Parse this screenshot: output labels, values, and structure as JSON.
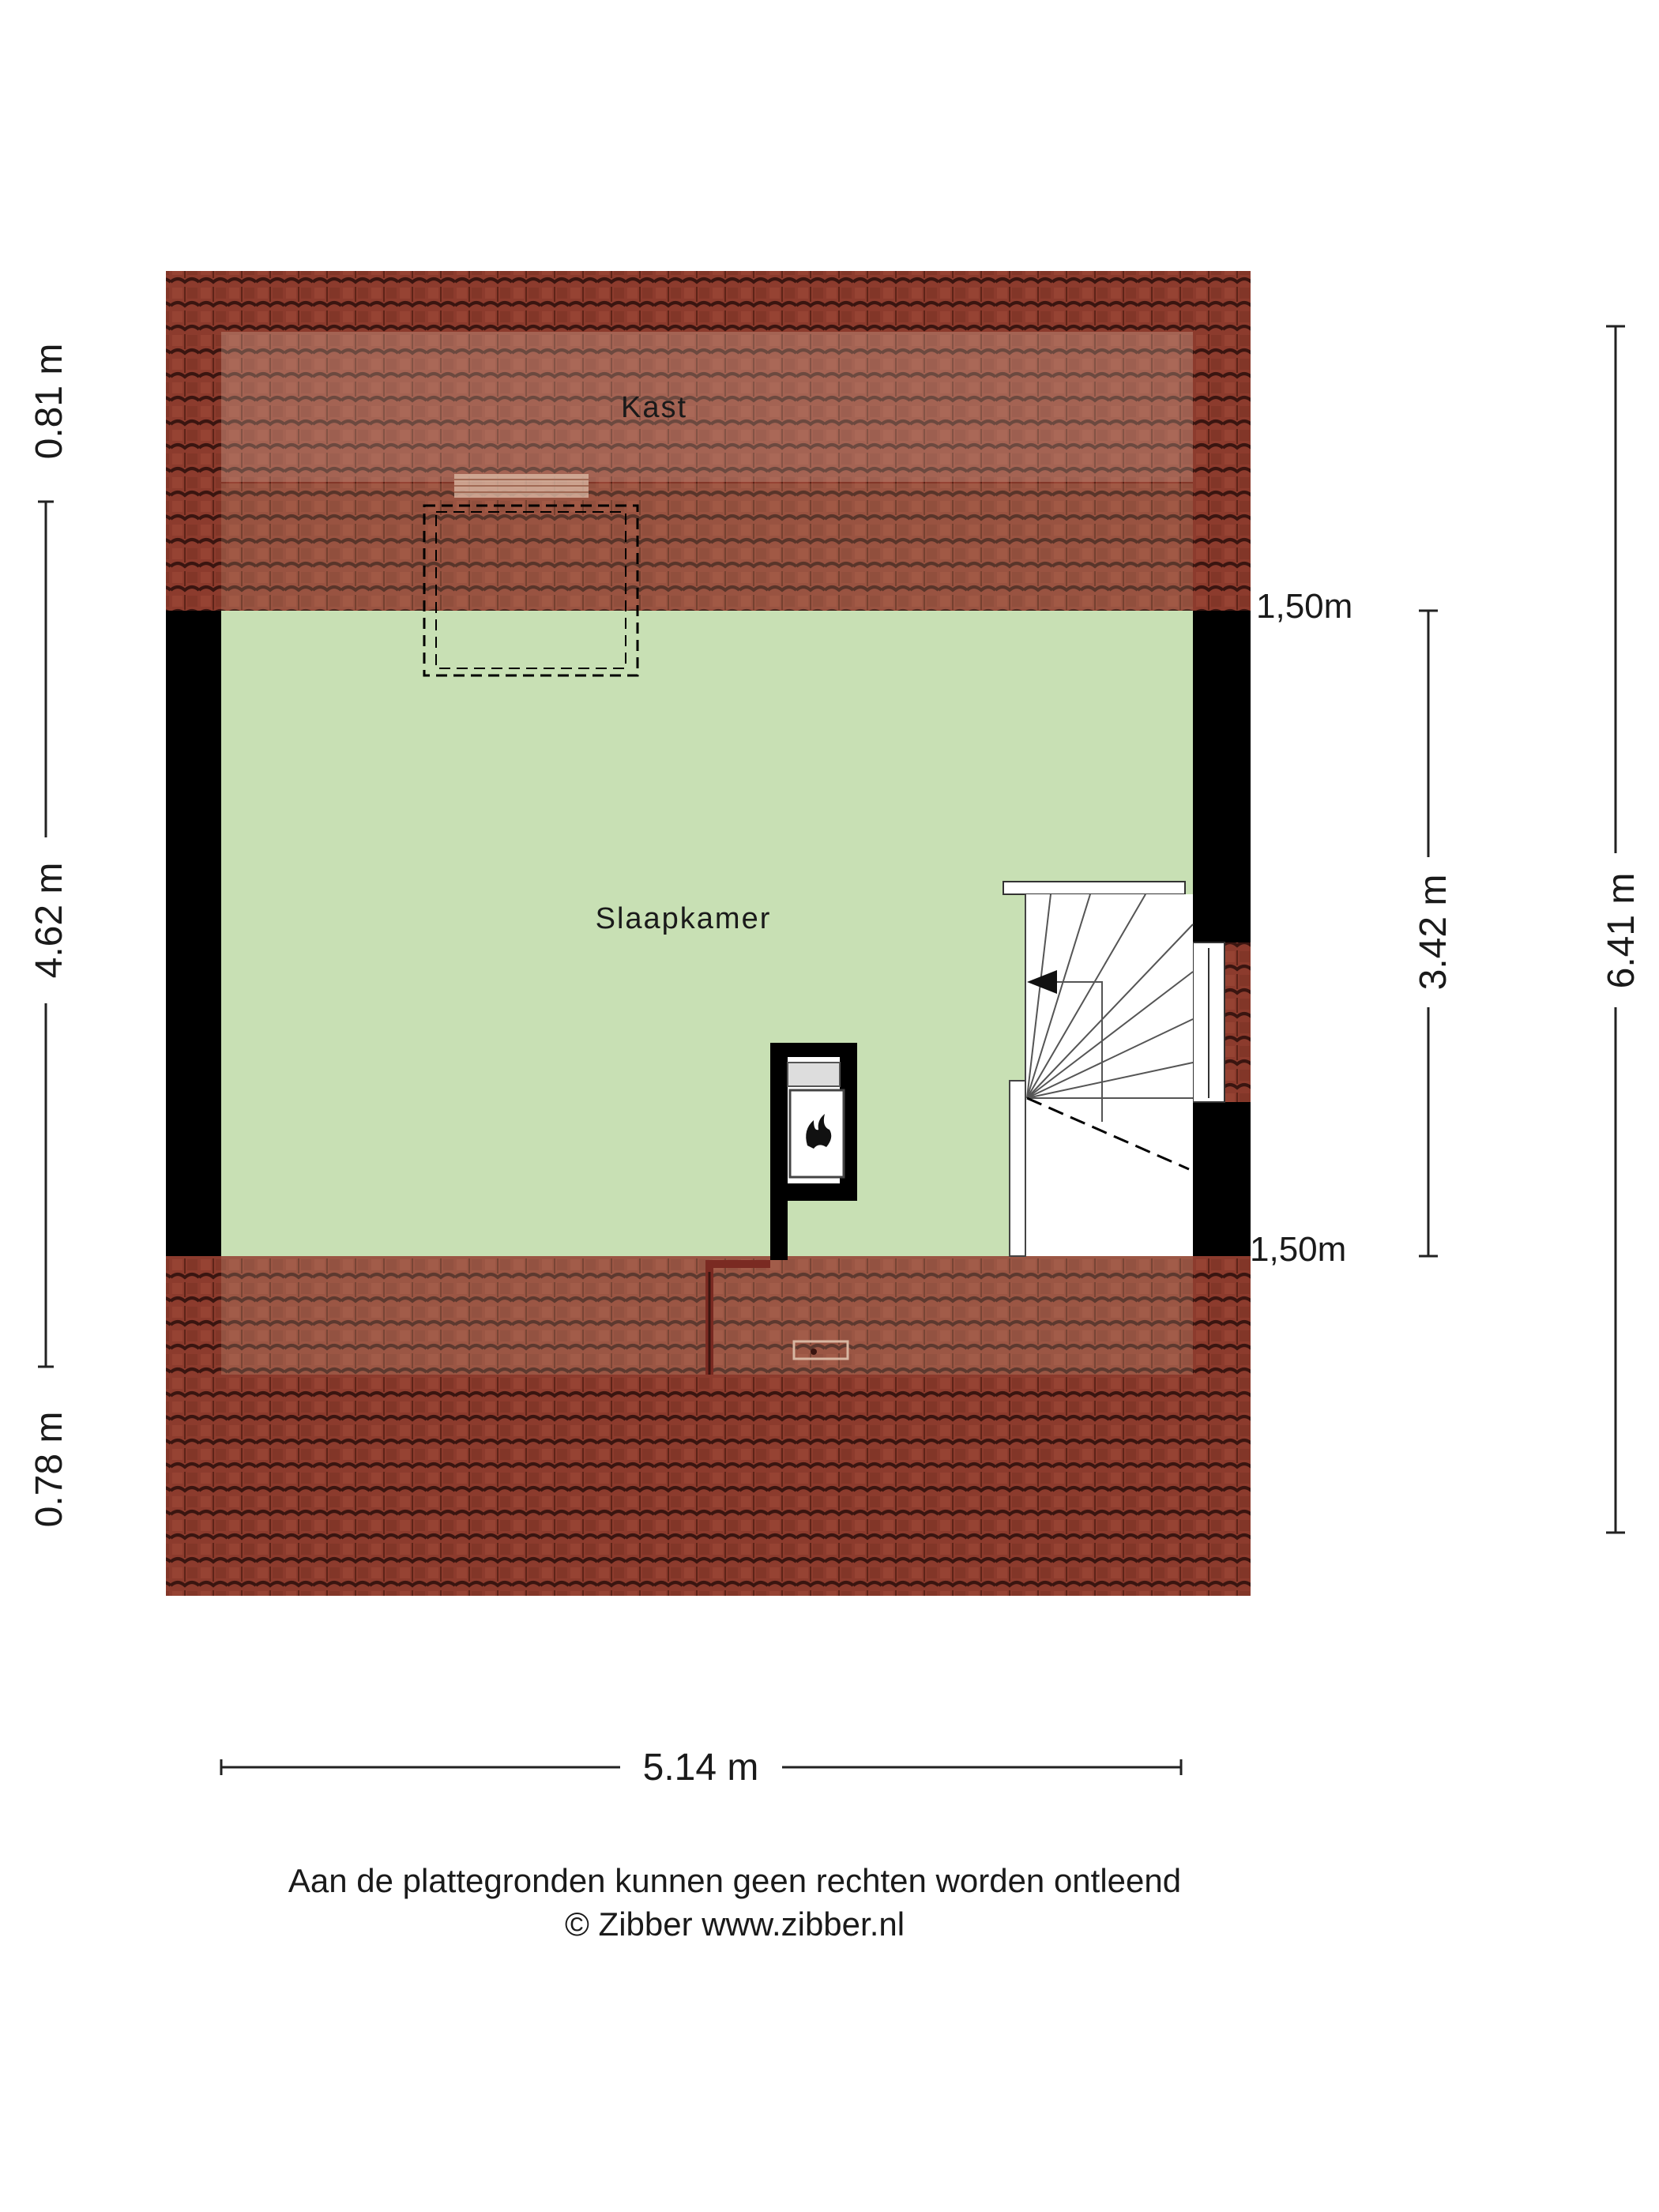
{
  "rooms": {
    "closet": "Kast",
    "bedroom": "Slaapkamer"
  },
  "dimensions": {
    "left_top": "0.81 m",
    "left_middle": "4.62 m",
    "left_bottom": "0.78 m",
    "right_height_top": "1,50m",
    "right_height_bottom": "1,50m",
    "right_inner": "3.42 m",
    "right_total": "6.41 m",
    "bottom_width": "5.14 m"
  },
  "footer": {
    "disclaimer": "Aan de plattegronden kunnen geen rechten worden ontleend",
    "copyright": "© Zibber www.zibber.nl"
  },
  "colors": {
    "roof_tile": "#8a3a2c",
    "floor": "#c8e0b4",
    "wall": "#000000"
  }
}
